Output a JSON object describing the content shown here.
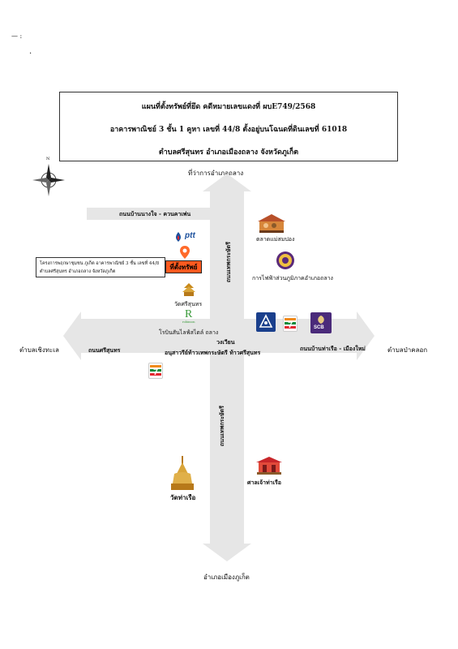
{
  "header": {
    "line1": "แผนที่ตั้งทรัพย์ที่ยึด คดีหมายเลขแดงที่ ผบE749/2568",
    "line2": "อาคารพาณิชย์ 3 ชั้น 1 คูหา เลขที่ 44/8 ตั้งอยู่บนโฉนดที่ดินเลขที่ 61018",
    "line3": "ตำบลศรีสุนทร อำเภอเมืองถลาง จังหวัดภูเก็ต"
  },
  "directions": {
    "north": "ที่ว่าการอำเภอถลาง",
    "south": "อำเภอเมืองภูเก็ต",
    "west": "ตำบลเชิงทะเล",
    "east": "ตำบลป่าคลอก"
  },
  "roads": {
    "top_road": "ถนนบ้านนางใจ - ควนคาเพ่น",
    "west_road": "ถนนศรีสุนทร",
    "east_road": "ถนนบ้านท่าเรือ - เมืองใหม่",
    "vertical_upper": "ถนนเทพกระษัตรี",
    "vertical_lower": "ถนนเทพกระษัตรี",
    "roundabout_line1": "วงเวียน",
    "roundabout_line2": "อนุสาวรีย์ท้าวเทพกระษัตรี ท้าวศรีสุนทร"
  },
  "property": {
    "badge": "ที่ตั้งทรัพย์",
    "desc_line1": "โครงการพฤกษาชุมชน ภูเก็ต อาคารพาณิชย์ 3 ชั้น เลขที่ 44/8",
    "desc_line2": "ตำบลศรีสุนทร อำเภอถลาง จังหวัดภูเก็ต"
  },
  "landmarks": {
    "market": "ตลาดแม่สมปอง",
    "pea": "การไฟฟ้าส่วนภูมิภาคอำเภอถลาง",
    "temple_srisunthon": "วัดศรีสุนทร",
    "hospital": "โรบินสันไลฟ์สไตล์ ถลาง",
    "temple_tharuea": "วัดท่าเรือ",
    "shrine": "ศาลเจ้าท่าเรือ",
    "ptt_logo": "ptt",
    "scb_logo": "SCB",
    "robinson_logo": "R",
    "robinson_sub": "robinson"
  },
  "compass_letter": "N",
  "corner_marks": {
    "top": "—    :",
    "bottom": "."
  },
  "colors": {
    "road": "#e6e6e6",
    "property_badge": "#ff5a1f",
    "ptt_blue": "#1a4f9c",
    "scb_purple": "#4a2a7a",
    "seven_green": "#0a8a3a",
    "seven_orange": "#f08a1c"
  }
}
